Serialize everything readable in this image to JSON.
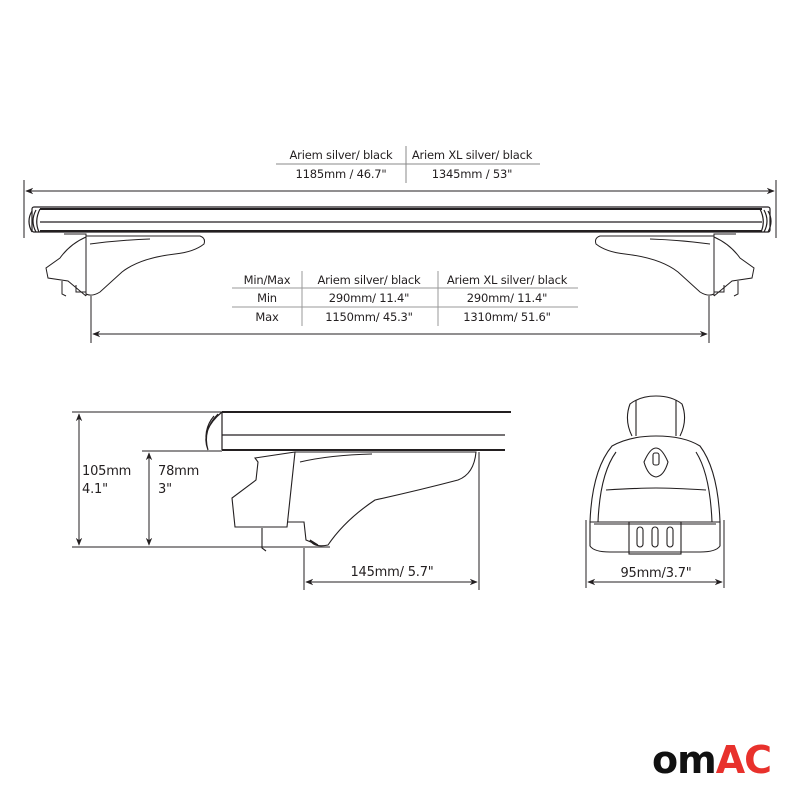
{
  "overall_length_table": {
    "columns": [
      "Ariem silver/ black",
      "Ariem XL silver/ black"
    ],
    "values": [
      "1185mm / 46.7\"",
      "1345mm / 53\""
    ]
  },
  "span_table": {
    "header": [
      "Min/Max",
      "Ariem silver/ black",
      "Ariem XL silver/ black"
    ],
    "rows": [
      {
        "label": "Min",
        "ariem": "290mm/ 11.4\"",
        "ariem_xl": "290mm/ 11.4\""
      },
      {
        "label": "Max",
        "ariem": "1150mm/ 45.3\"",
        "ariem_xl": "1310mm/ 51.6\""
      }
    ]
  },
  "side_view": {
    "total_height_mm": "105mm",
    "total_height_in": "4.1\"",
    "foot_height_mm": "78mm",
    "foot_height_in": "3\"",
    "foot_length": "145mm/ 5.7\""
  },
  "front_view": {
    "width": "95mm/3.7\""
  },
  "logo": {
    "part1": "om",
    "part2": "AC",
    "colors": {
      "dark": "#111111",
      "accent": "#e8312c"
    }
  }
}
